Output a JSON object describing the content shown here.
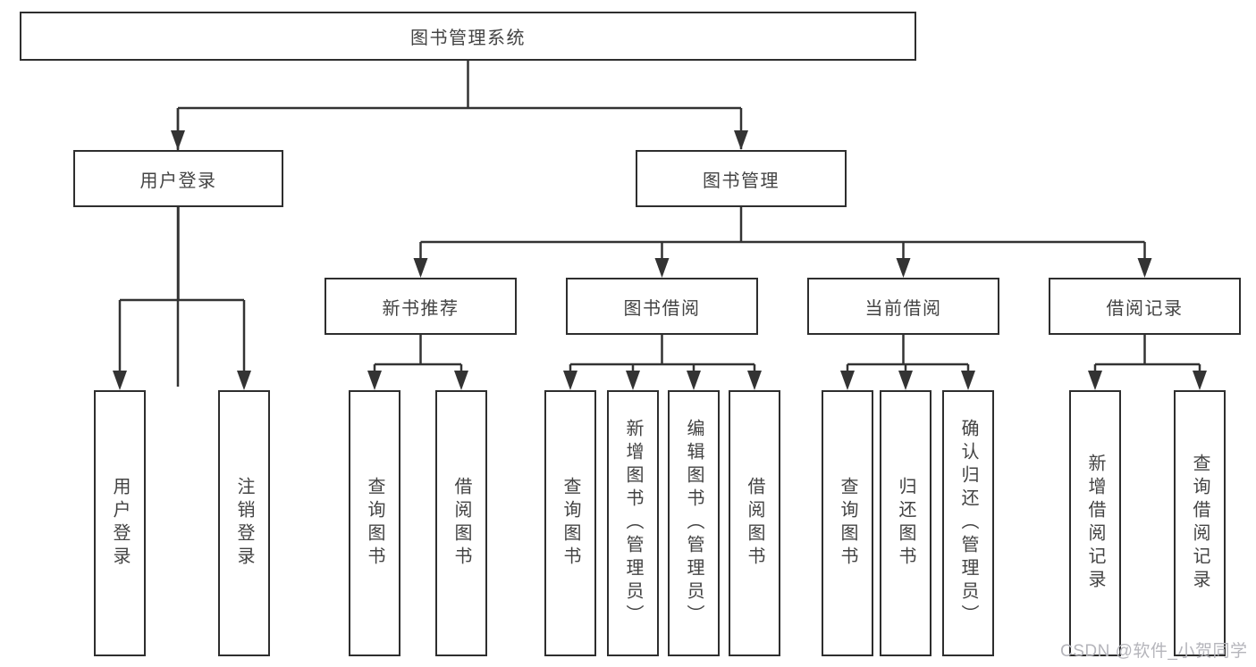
{
  "tree": {
    "root": {
      "label": "图书管理系统"
    },
    "branches": [
      {
        "label": "用户登录",
        "leaves": [
          {
            "label": "用户登录"
          },
          {
            "label": "注销登录"
          }
        ]
      },
      {
        "label": "图书管理",
        "groups": [
          {
            "label": "新书推荐",
            "leaves": [
              {
                "label": "查询图书"
              },
              {
                "label": "借阅图书"
              }
            ]
          },
          {
            "label": "图书借阅",
            "leaves": [
              {
                "label": "查询图书"
              },
              {
                "label": "新增图书（管理员）"
              },
              {
                "label": "编辑图书（管理员）"
              },
              {
                "label": "借阅图书"
              }
            ]
          },
          {
            "label": "当前借阅",
            "leaves": [
              {
                "label": "查询图书"
              },
              {
                "label": "归还图书"
              },
              {
                "label": "确认归还（管理员）"
              }
            ]
          },
          {
            "label": "借阅记录",
            "leaves": [
              {
                "label": "新增借阅记录"
              },
              {
                "label": "查询借阅记录"
              }
            ]
          }
        ]
      }
    ]
  },
  "watermark": {
    "text": "CSDN @软件_小贺同学"
  },
  "colors": {
    "line": "#333333",
    "box_border": "#2e2e2e",
    "box_fill": "#ffffff",
    "text": "#434343",
    "watermark": "#b5b5bb"
  }
}
